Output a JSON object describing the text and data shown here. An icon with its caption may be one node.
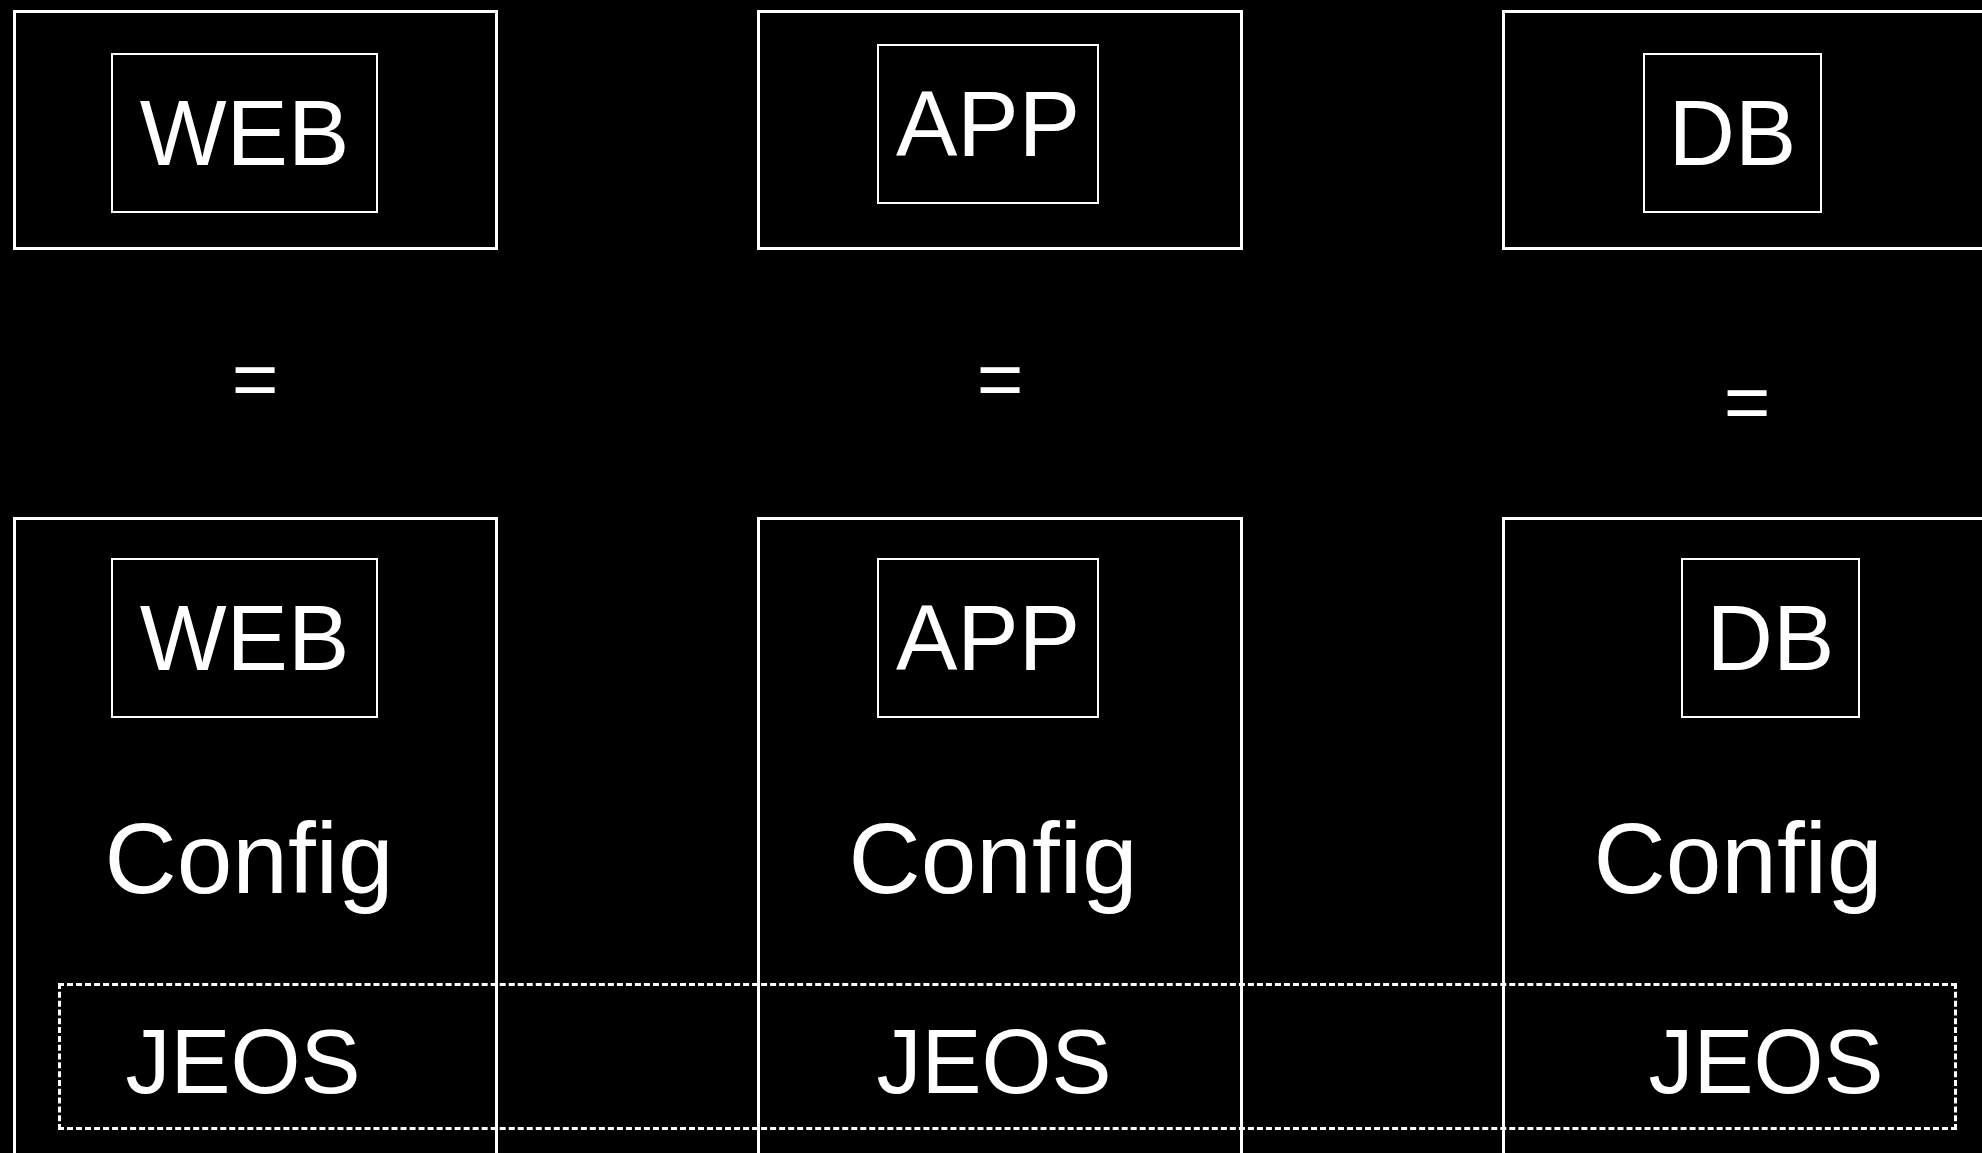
{
  "diagram": {
    "nodes": [
      {
        "text": [],
        "shape": "box"
      },
      {
        "text": [
          "WEB"
        ],
        "in": 0
      },
      {
        "text": [],
        "shape": "box"
      },
      {
        "text": [
          "APP"
        ],
        "in": 2
      },
      {
        "text": [],
        "shape": "box"
      },
      {
        "text": [
          "DB"
        ],
        "in": 4
      },
      {
        "text": [
          "Config"
        ]
      },
      {
        "text": [
          "WEB"
        ],
        "in": 6
      },
      {
        "text": [
          "Config"
        ]
      },
      {
        "text": [
          "APP"
        ],
        "in": 8
      },
      {
        "text": [
          "Config"
        ]
      },
      {
        "text": [
          "DB"
        ],
        "in": 10
      },
      {
        "text": [
          "JEOS",
          "JEOS",
          "JEOS"
        ]
      }
    ],
    "labels": [
      "=",
      "=",
      "="
    ]
  }
}
